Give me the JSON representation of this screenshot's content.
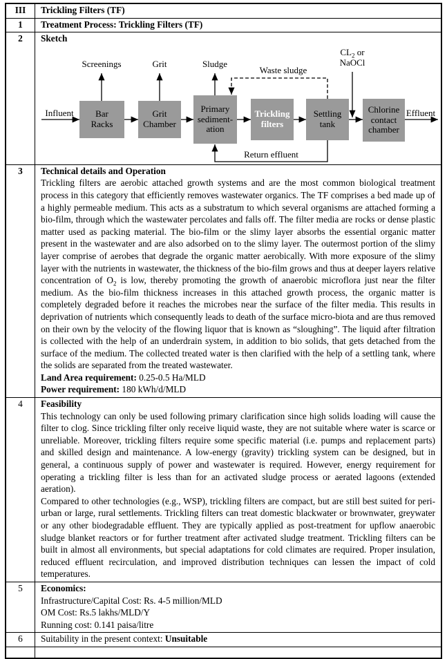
{
  "doc": {
    "row_iii": {
      "num": "III",
      "title": "Trickling Filters (TF)"
    },
    "row_1": {
      "num": "1",
      "title": "Treatment Process: Trickling Filters (TF)"
    },
    "row_2": {
      "num": "2",
      "title": "Sketch"
    },
    "row_3": {
      "num": "3",
      "title": "Technical details and Operation",
      "para_a": "Trickling filters are aerobic attached growth systems and are the most common biological treatment process in this category that efficiently removes wastewater organics. The TF comprises a bed made up of a highly permeable medium. This acts as a substratum to which several organisms are attached forming a bio-film, through which the wastewater percolates and falls off. The filter media are rocks or dense plastic matter used as packing material. The bio-film or the slimy layer absorbs the essential organic matter present in the wastewater and are also adsorbed on to the slimy layer. The outermost portion of the slimy layer comprise of aerobes that degrade the organic matter aerobically. With more exposure of the slimy layer with the nutrients in wastewater, the thickness of the bio-film grows and thus at deeper layers relative concentration of O",
      "o2_sub": "2",
      "para_b": " is low, thereby promoting the growth of anaerobic microflora just near the filter medium. As the bio-film thickness increases in this attached growth process, the organic matter is completely degraded before it reaches the microbes near the surface of the filter media. This results in deprivation of nutrients which consequently leads to death of the surface micro-biota and are thus removed on their own by the velocity of the flowing liquor that is known as “sloughing”. The liquid after filtration is collected with the help of an underdrain system, in addition to bio solids, that gets detached from the surface of the medium. The collected treated water is then clarified with the help of a settling tank, where the solids are separated from the treated wastewater.",
      "land_area_label": "Land Area requirement:",
      "land_area_value": " 0.25-0.5 Ha/MLD",
      "power_label": "Power requirement:",
      "power_value": " 180 kWh/d/MLD"
    },
    "row_4": {
      "num": "4",
      "title": "Feasibility",
      "paragraph1": "This technology can only be used following primary clarification since high solids loading will cause the filter to clog. Since trickling filter only receive liquid waste, they are not suitable where water is scarce or unreliable. Moreover, trickling filters require some specific material (i.e. pumps and replacement parts) and skilled design and maintenance. A low-energy (gravity) trickling system can be designed, but in general, a continuous supply of power and wastewater is required. However, energy requirement for operating a trickling filter is less than for an activated sludge process or aerated lagoons (extended aeration).",
      "paragraph2": "Compared to other technologies (e.g., WSP), trickling filters are compact, but are still best suited for peri-urban or large, rural settlements. Trickling filters can treat domestic blackwater or brownwater, greywater or any other biodegradable effluent. They are typically applied as post-treatment for upflow anaerobic sludge blanket reactors or for further treatment after activated sludge treatment. Trickling filters can be built in almost all environments, but special adaptations for cold climates are required. Proper insulation, reduced effluent recirculation, and improved distribution techniques can lessen the impact of cold temperatures."
    },
    "row_5": {
      "num": "5",
      "title": "Economics:",
      "lines": [
        "Infrastructure/Capital Cost: Rs. 4-5 million/MLD",
        "OM Cost: Rs.5 lakhs/MLD/Y",
        "Running cost: 0.141 paisa/litre"
      ]
    },
    "row_6": {
      "num": "6",
      "text": "Suitability in the present context: ",
      "verdict": "Unsuitable"
    }
  },
  "diagram": {
    "box_color": "#9a9a9a",
    "boxes": {
      "bar_racks": "Bar\nRacks",
      "grit_chamber": "Grit\nChamber",
      "primary": "Primary\nsediment-\nation",
      "trickling": "Trickling\nfilters",
      "settling": "Settling\ntank",
      "chlorine": "Chlorine\ncontact\nchamber"
    },
    "labels": {
      "influent": "Influent",
      "effluent": "Effluent",
      "screenings": "Screenings",
      "grit": "Grit",
      "sludge": "Sludge",
      "waste_sludge": "Waste sludge",
      "return_effluent": "Return effluent",
      "chem_prefix": "CL",
      "chem_sub": "2",
      "chem_suffix": " or",
      "chem_line2": "NaOCl"
    }
  }
}
